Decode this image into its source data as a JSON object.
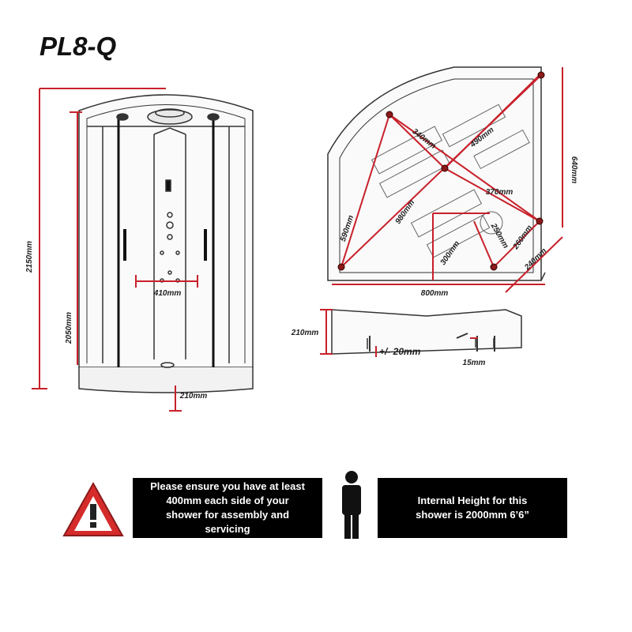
{
  "title": "PL8-Q",
  "front_view": {
    "overall_height": "2150mm",
    "enclosure_height": "2050mm",
    "internal_width": "410mm",
    "tray_height": "210mm"
  },
  "plan_view": {
    "dim_340": "340mm",
    "dim_490": "490mm",
    "dim_370": "370mm",
    "dim_980": "980mm",
    "dim_590": "590mm",
    "dim_250": "250mm",
    "dim_300": "300mm",
    "dim_260": "260mm",
    "depth": "640mm",
    "width": "800mm",
    "corner": "240mm"
  },
  "tray_side_view": {
    "height": "210mm",
    "adjust": "+/- 20mm",
    "waste": "15mm"
  },
  "notices": {
    "clearance": [
      "Please ensure you have at least",
      "400mm each side of your",
      "shower for assembly and",
      "servicing"
    ],
    "internal_height": [
      "Internal Height for this",
      "shower is 2000mm 6’6”"
    ]
  },
  "colors": {
    "dimension_red": "#c8202a",
    "warning_red": "#d52b2b",
    "outline": "#333333"
  },
  "icons": [
    "warning-triangle-icon",
    "person-silhouette-icon"
  ]
}
